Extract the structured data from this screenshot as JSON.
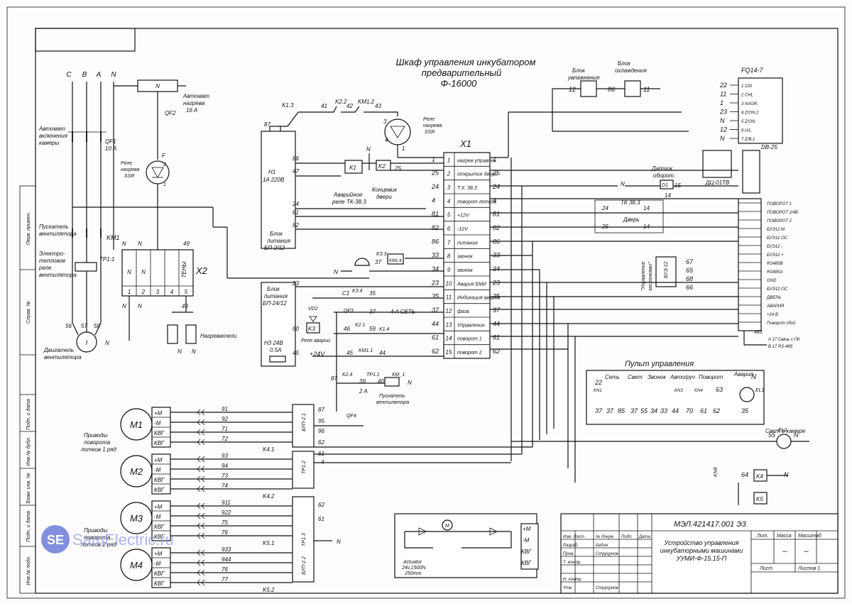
{
  "diagram": {
    "title_line1": "Шкаф управления инкубатором",
    "title_line2": "предварительный",
    "title_line3": "Ф-16000",
    "x1_label": "X1",
    "x2_label": "X2",
    "phases": [
      "C",
      "B",
      "A",
      "N"
    ],
    "labels": {
      "auto_chamber": [
        "Автомат",
        "включения",
        "камеры"
      ],
      "qf1": [
        "QF1",
        "10 A"
      ],
      "qf2": [
        "QF2"
      ],
      "auto_heat": [
        "Автомат",
        "нагрева",
        "16 A"
      ],
      "relay_ssr": [
        "Реле",
        "нагрева",
        "SSR"
      ],
      "relay_ssr2": [
        "Реле",
        "нагрева",
        "SSR"
      ],
      "starter": [
        "Пускатель",
        "вентилятора"
      ],
      "thermal": [
        "Электро-",
        "тепловое",
        "реле",
        "вентилятора"
      ],
      "km1": "KM1",
      "tp11": "TP1:1",
      "fan_motor": [
        "Двигатель",
        "вентилятора"
      ],
      "heaters": "Нагреватели",
      "tenu": "ТЕНЫ",
      "h1": [
        "H1",
        "1A 220B"
      ],
      "psu1": [
        "Блок",
        "питания",
        "БП-2/12"
      ],
      "psu2": [
        "Блок",
        "питания",
        "БП-24/12"
      ],
      "h3": [
        "H3 24B",
        "0.5A"
      ],
      "relay_tk": [
        "Аварийное",
        "реле ТК-38.3"
      ],
      "door_switch": [
        "Концевик",
        "двери"
      ],
      "relay_alarm": "Реле аварии",
      "plus24": "+24V",
      "ac4": "4 A СЕТЬ",
      "starter2": [
        "Пускатель",
        "вентилятора"
      ],
      "two_a": "2 A",
      "hum_block": [
        "Блок",
        "увлажнения"
      ],
      "cool_block": [
        "Блок",
        "охлаждения"
      ],
      "fq": "FQ14-7",
      "db25": "DB-25",
      "dts": "ДЦ-01ТВ",
      "sensor_turn": [
        "Датчик",
        "оборот."
      ],
      "tk383": "ТК 38.3",
      "door": "Дверь",
      "bus12": "БУЭ-12",
      "bus_note": [
        "\"Управление",
        "заслонками\""
      ],
      "panel_title": "Пульт управления",
      "panel_cols": [
        "Сеть",
        "Свет",
        "Звонок",
        "Авто/руч",
        "Поворот",
        "Авария"
      ],
      "light_chamber": "Свет в камере",
      "el1": "EL1",
      "el2": "EL2",
      "drives1": [
        "Приводы",
        "поворота",
        "лотков 1 ряд"
      ],
      "drives2": [
        "Приводы",
        "поворота",
        "лотков 2 ряд"
      ],
      "actuator": [
        "Actuator",
        "24v,1500N",
        "250mm"
      ],
      "rs485": "485",
      "rs_a": "A  17  Связь с ПК",
      "rs_b": "B  17  RS-485"
    },
    "x1_rows": [
      {
        "n": "1",
        "desc": "нагрев управлен",
        "left": "1",
        "right": "1"
      },
      {
        "n": "2",
        "desc": "открытие двери",
        "left": "25",
        "right": "25"
      },
      {
        "n": "3",
        "desc": "Т.Х. 38.3",
        "left": "24",
        "right": "24"
      },
      {
        "n": "4",
        "desc": "поворот лотков",
        "left": "4",
        "right": "4"
      },
      {
        "n": "5",
        "desc": "+12V",
        "left": "81",
        "right": "81"
      },
      {
        "n": "6",
        "desc": "-12V",
        "left": "82",
        "right": "82"
      },
      {
        "n": "7",
        "desc": "питание",
        "left": "86",
        "right": "86"
      },
      {
        "n": "8",
        "desc": "звонок",
        "left": "33",
        "right": "33"
      },
      {
        "n": "9",
        "desc": "звонок",
        "left": "34",
        "right": "34"
      },
      {
        "n": "10",
        "desc": "Авария БМИ",
        "left": "23",
        "right": "23"
      },
      {
        "n": "11",
        "desc": "Индикация аварии",
        "left": "35",
        "right": "35"
      },
      {
        "n": "12",
        "desc": "фаза",
        "left": "37",
        "right": "37"
      },
      {
        "n": "13",
        "desc": "Управление",
        "left": "44",
        "right": "44"
      },
      {
        "n": "14",
        "desc": "поворот 1",
        "left": "61",
        "right": "61"
      },
      {
        "n": "15",
        "desc": "поворот 2",
        "left": "62",
        "right": "62"
      }
    ],
    "x2_terminals": [
      "1",
      "2",
      "3",
      "4",
      "5"
    ],
    "x2_names": [
      "N",
      "N",
      "ТЕНЫ"
    ],
    "motors": [
      {
        "name": "M1",
        "wires": [
          "91",
          "92",
          "71",
          "72"
        ],
        "contact": "K4.1"
      },
      {
        "name": "M2",
        "wires": [
          "93",
          "94",
          "73",
          "74"
        ],
        "contact": "K4.2"
      },
      {
        "name": "M3",
        "wires": [
          "911",
          "922",
          "75",
          "76"
        ],
        "contact": "K5.1"
      },
      {
        "name": "M4",
        "wires": [
          "933",
          "944",
          "76",
          "77"
        ],
        "contact": "K5.2"
      }
    ],
    "motor_terms": [
      "+M",
      "-M",
      "КВГ",
      "КВГ"
    ],
    "db25_right": [
      "ПОВОРОТ 1",
      "ПОВОРОТ 2/4В",
      "ПОВОРОТ 2",
      "БУЭ12 М",
      "БУЭ12 ОС",
      "БУЭ12 -",
      "БУЭ12 +",
      "RS485B",
      "RS485A",
      "GND",
      "БУЭ12 ОС",
      "ДВЕРЬ",
      "АВАРИЯ",
      "+24 В",
      "Поворот сбой"
    ],
    "fq_rows": [
      "1 220",
      "2 СНL",
      "3 NAGR.",
      "4 Z/ON.2",
      "5 Z/ON.",
      "6 U/L.",
      "7 Z/B.1"
    ],
    "fq_left": [
      "22",
      "11",
      "1",
      "23",
      "N",
      "12",
      "N"
    ],
    "title_block": {
      "doc_code": "МЭЛ.421417.001 Э3",
      "name_line1": "Устройство управления",
      "name_line2": "инкубаторными машинами",
      "name_line3": "УУМИ-Ф-15.15-П",
      "lit": "Лит.",
      "mass": "Масса",
      "scale": "Масштаб",
      "dash1": "–",
      "dash2": "–",
      "sheet": "Лист",
      "sheets": "Листов  1",
      "rows": [
        {
          "role": "Изм. Лист",
          "doc": "№ докум.",
          "sign": "Подп.",
          "date": "Дата"
        },
        {
          "role": "Разраб.",
          "doc": "Бедин",
          "sign": "",
          "date": ""
        },
        {
          "role": "Пров.",
          "doc": "Струцунов",
          "sign": "",
          "date": ""
        },
        {
          "role": "Т. контр.",
          "doc": "",
          "sign": "",
          "date": ""
        },
        {
          "role": "",
          "doc": "",
          "sign": "",
          "date": ""
        },
        {
          "role": "Н. контр.",
          "doc": "",
          "sign": "",
          "date": ""
        },
        {
          "role": "Утв.",
          "doc": "Струцунов",
          "sign": "",
          "date": ""
        }
      ]
    },
    "side_stamp": [
      "Перв. примен.",
      "Справ. №",
      "Подп. и дата",
      "Инв.№ дубл.",
      "Взам. инв. №",
      "Подп. и дата",
      "Инв.№ подл."
    ],
    "watermark": {
      "badge": "SE",
      "text": "SamElectric.ru"
    }
  }
}
